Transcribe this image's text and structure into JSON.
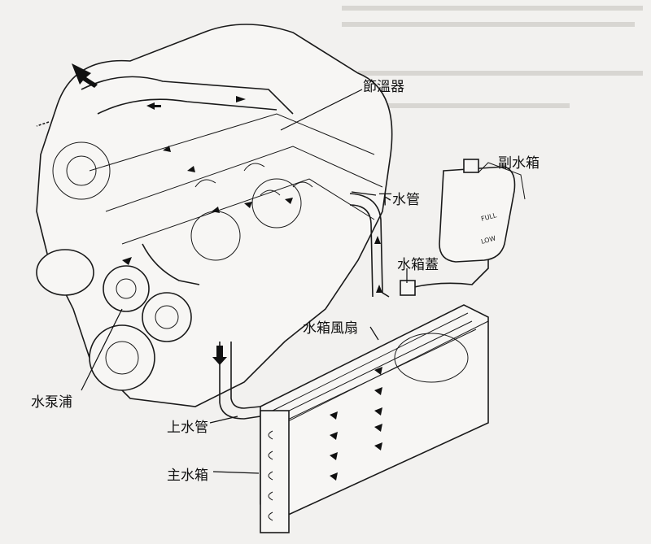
{
  "labels": {
    "thermostat": "節溫器",
    "reserve_tank": "副水箱",
    "lower_hose": "下水管",
    "radiator_cap": "水箱蓋",
    "radiator_fan": "水箱風扇",
    "water_pump": "水泵浦",
    "upper_hose": "上水管",
    "main_radiator": "主水箱"
  },
  "tank_marks": {
    "full": "FULL",
    "low": "LOW"
  }
}
